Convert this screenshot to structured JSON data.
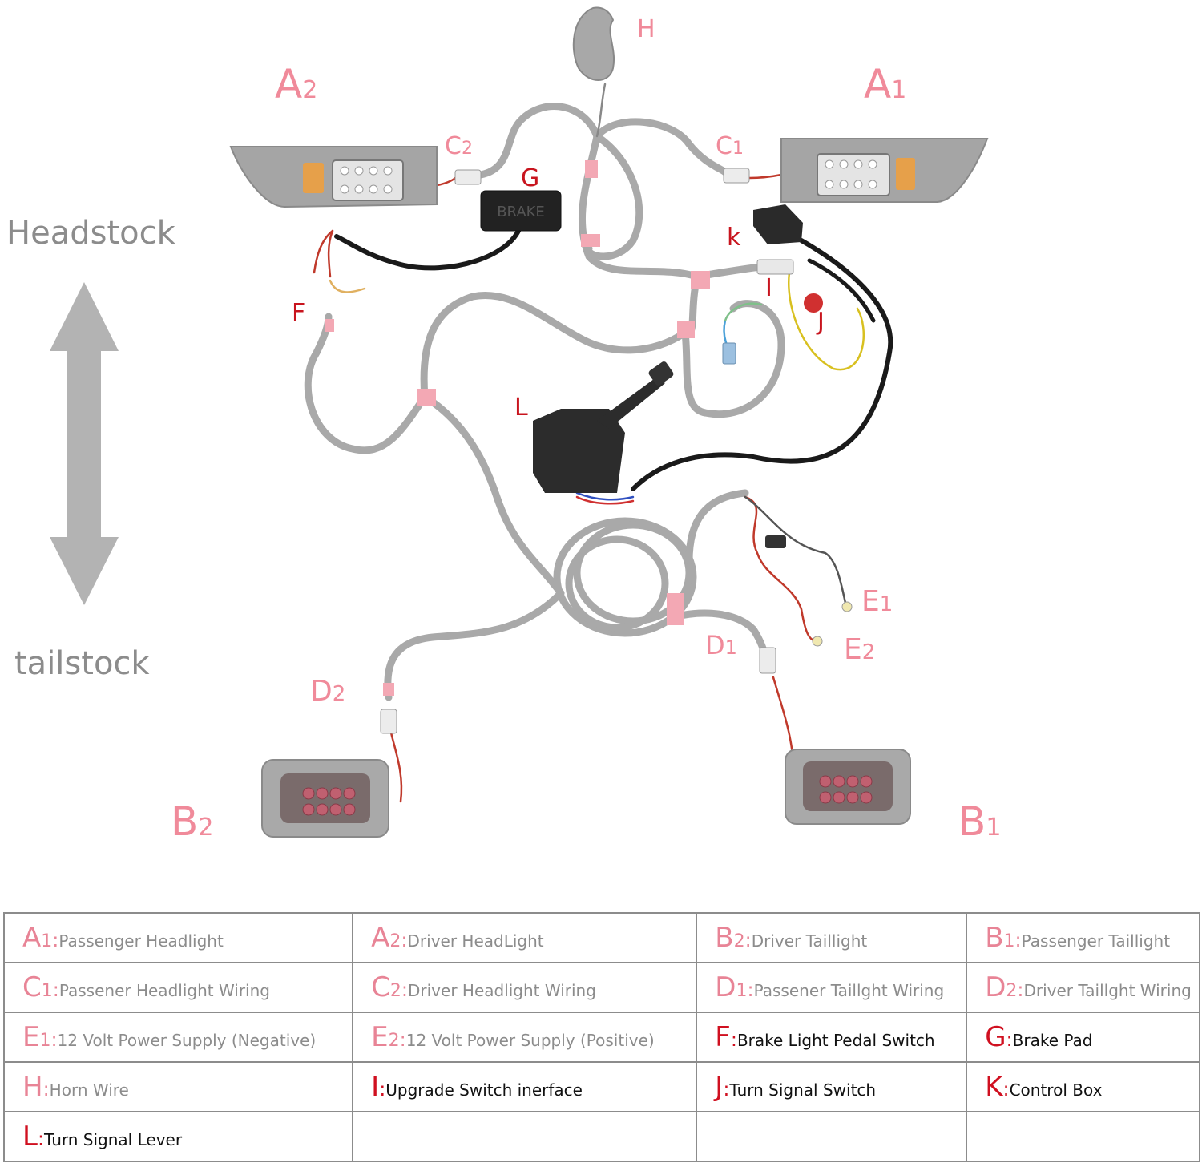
{
  "side_labels": {
    "top": "Headstock",
    "bottom": "tailstock"
  },
  "diagram_labels": {
    "A1": {
      "main": "A",
      "sub": "1"
    },
    "A2": {
      "main": "A",
      "sub": "2"
    },
    "B1": {
      "main": "B",
      "sub": "1"
    },
    "B2": {
      "main": "B",
      "sub": "2"
    },
    "C1": {
      "main": "C",
      "sub": "1"
    },
    "C2": {
      "main": "C",
      "sub": "2"
    },
    "D1": {
      "main": "D",
      "sub": "1"
    },
    "D2": {
      "main": "D",
      "sub": "2"
    },
    "E1": {
      "main": "E",
      "sub": "1"
    },
    "E2": {
      "main": "E",
      "sub": "2"
    },
    "H": "H",
    "G": "G",
    "k": "k",
    "I": "I",
    "J": "J",
    "F": "F",
    "L": "L",
    "brake_pad_text": "BRAKE"
  },
  "legend": {
    "rows": [
      [
        {
          "code": "A1",
          "code_main": "A",
          "code_sub": "1",
          "desc": "Passenger Headlight",
          "style": "pink"
        },
        {
          "code": "A2",
          "code_main": "A",
          "code_sub": "2",
          "desc": "Driver HeadLight",
          "style": "pink"
        },
        {
          "code": "B2",
          "code_main": "B",
          "code_sub": "2",
          "desc": "Driver Taillight",
          "style": "pink"
        },
        {
          "code": "B1",
          "code_main": "B",
          "code_sub": "1",
          "desc": "Passenger Taillight",
          "style": "pink"
        }
      ],
      [
        {
          "code": "C1",
          "code_main": "C",
          "code_sub": "1",
          "desc": "Passener Headlight Wiring",
          "style": "pink"
        },
        {
          "code": "C2",
          "code_main": "C",
          "code_sub": "2",
          "desc": "Driver Headlight Wiring",
          "style": "pink"
        },
        {
          "code": "D1",
          "code_main": "D",
          "code_sub": "1",
          "desc": "Passener Taillght Wiring",
          "style": "pink"
        },
        {
          "code": "D2",
          "code_main": "D",
          "code_sub": "2",
          "desc": "Driver Taillght Wiring",
          "style": "pink"
        }
      ],
      [
        {
          "code": "E1",
          "code_main": "E",
          "code_sub": "1",
          "desc": "12 Volt Power Supply (Negative)",
          "style": "pink"
        },
        {
          "code": "E2",
          "code_main": "E",
          "code_sub": "2",
          "desc": "12 Volt Power Supply (Positive)",
          "style": "pink"
        },
        {
          "code": "F",
          "code_main": "F",
          "code_sub": "",
          "desc": "Brake Light Pedal Switch",
          "style": "red"
        },
        {
          "code": "G",
          "code_main": "G",
          "code_sub": "",
          "desc": "Brake Pad",
          "style": "red"
        }
      ],
      [
        {
          "code": "H",
          "code_main": "H",
          "code_sub": "",
          "desc": "Horn Wire",
          "style": "pink"
        },
        {
          "code": "I",
          "code_main": "I",
          "code_sub": "",
          "desc": "Upgrade Switch inerface",
          "style": "red"
        },
        {
          "code": "J",
          "code_main": "J",
          "code_sub": "",
          "desc": "Turn Signal Switch",
          "style": "red"
        },
        {
          "code": "K",
          "code_main": "K",
          "code_sub": "",
          "desc": "Control Box",
          "style": "red"
        }
      ],
      [
        {
          "code": "L",
          "code_main": "L",
          "code_sub": "",
          "desc": "Turn Signal Lever",
          "style": "red"
        },
        {
          "code": "",
          "code_main": "",
          "code_sub": "",
          "desc": "",
          "style": "red"
        },
        {
          "code": "",
          "code_main": "",
          "code_sub": "",
          "desc": "",
          "style": "red"
        },
        {
          "code": "",
          "code_main": "",
          "code_sub": "",
          "desc": "",
          "style": "red"
        }
      ]
    ]
  },
  "colors": {
    "label_pink": "#f08a9a",
    "label_red": "#c8141e",
    "wire_gray": "#a9a9a9",
    "wire_black": "#1a1a1a",
    "arrow_gray": "#b3b3b3",
    "table_border": "#8c8c8c"
  }
}
